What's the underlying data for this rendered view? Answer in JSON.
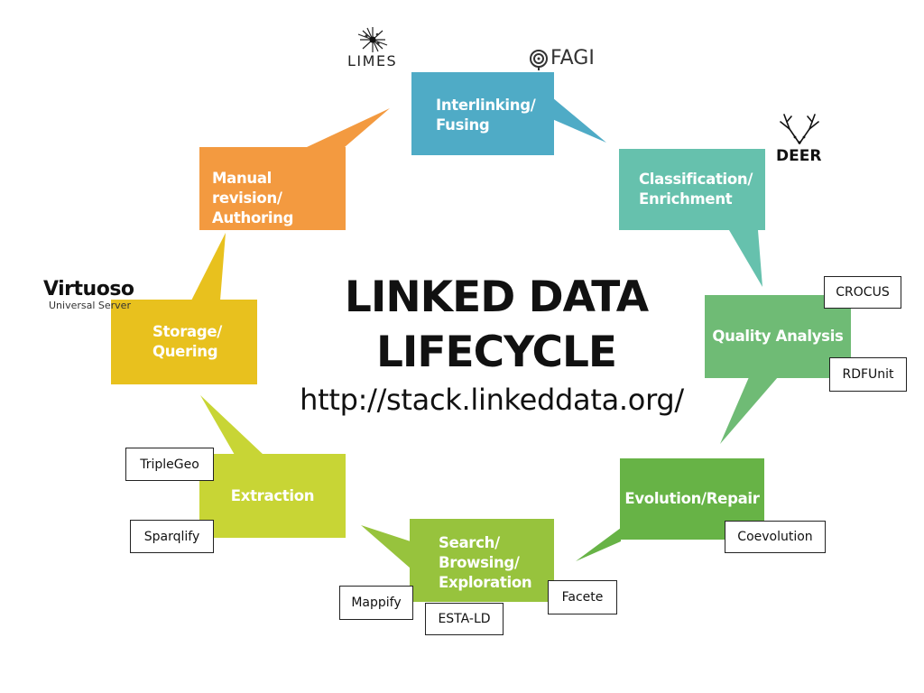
{
  "title": {
    "line1": "LINKED DATA",
    "line2": "LIFECYCLE"
  },
  "url": "http://stack.linkeddata.org/",
  "stages": {
    "interlinking": {
      "line1": "Interlinking/",
      "line2": "Fusing",
      "color": "#4fabc6"
    },
    "classification": {
      "line1": "Classification/",
      "line2": "Enrichment",
      "color": "#66c1ad"
    },
    "quality": {
      "line1": "Quality Analysis",
      "color": "#6fbb75"
    },
    "evolution": {
      "line1": "Evolution/Repair",
      "color": "#67b346"
    },
    "search": {
      "line1": "Search/",
      "line2": "Browsing/",
      "line3": "Exploration",
      "color": "#97c33d"
    },
    "extraction": {
      "line1": "Extraction",
      "color": "#c8d535"
    },
    "storage": {
      "line1": "Storage/",
      "line2": "Quering",
      "color": "#e8c11e"
    },
    "manual": {
      "line1": "Manual revision/",
      "line2": "Authoring",
      "color": "#f39a40"
    }
  },
  "tools": {
    "crocus": "CROCUS",
    "rdfunit": "RDFUnit",
    "coevolution": "Coevolution",
    "facete": "Facete",
    "esta_ld": "ESTA-LD",
    "mappify": "Mappify",
    "sparqlify": "Sparqlify",
    "triplegeo": "TripleGeo"
  },
  "logos": {
    "limes": "LIMES",
    "fagi": "FAGI",
    "deer": "DEER",
    "virtuoso": "Virtuoso",
    "virtuoso_sub": "Universal Server"
  }
}
